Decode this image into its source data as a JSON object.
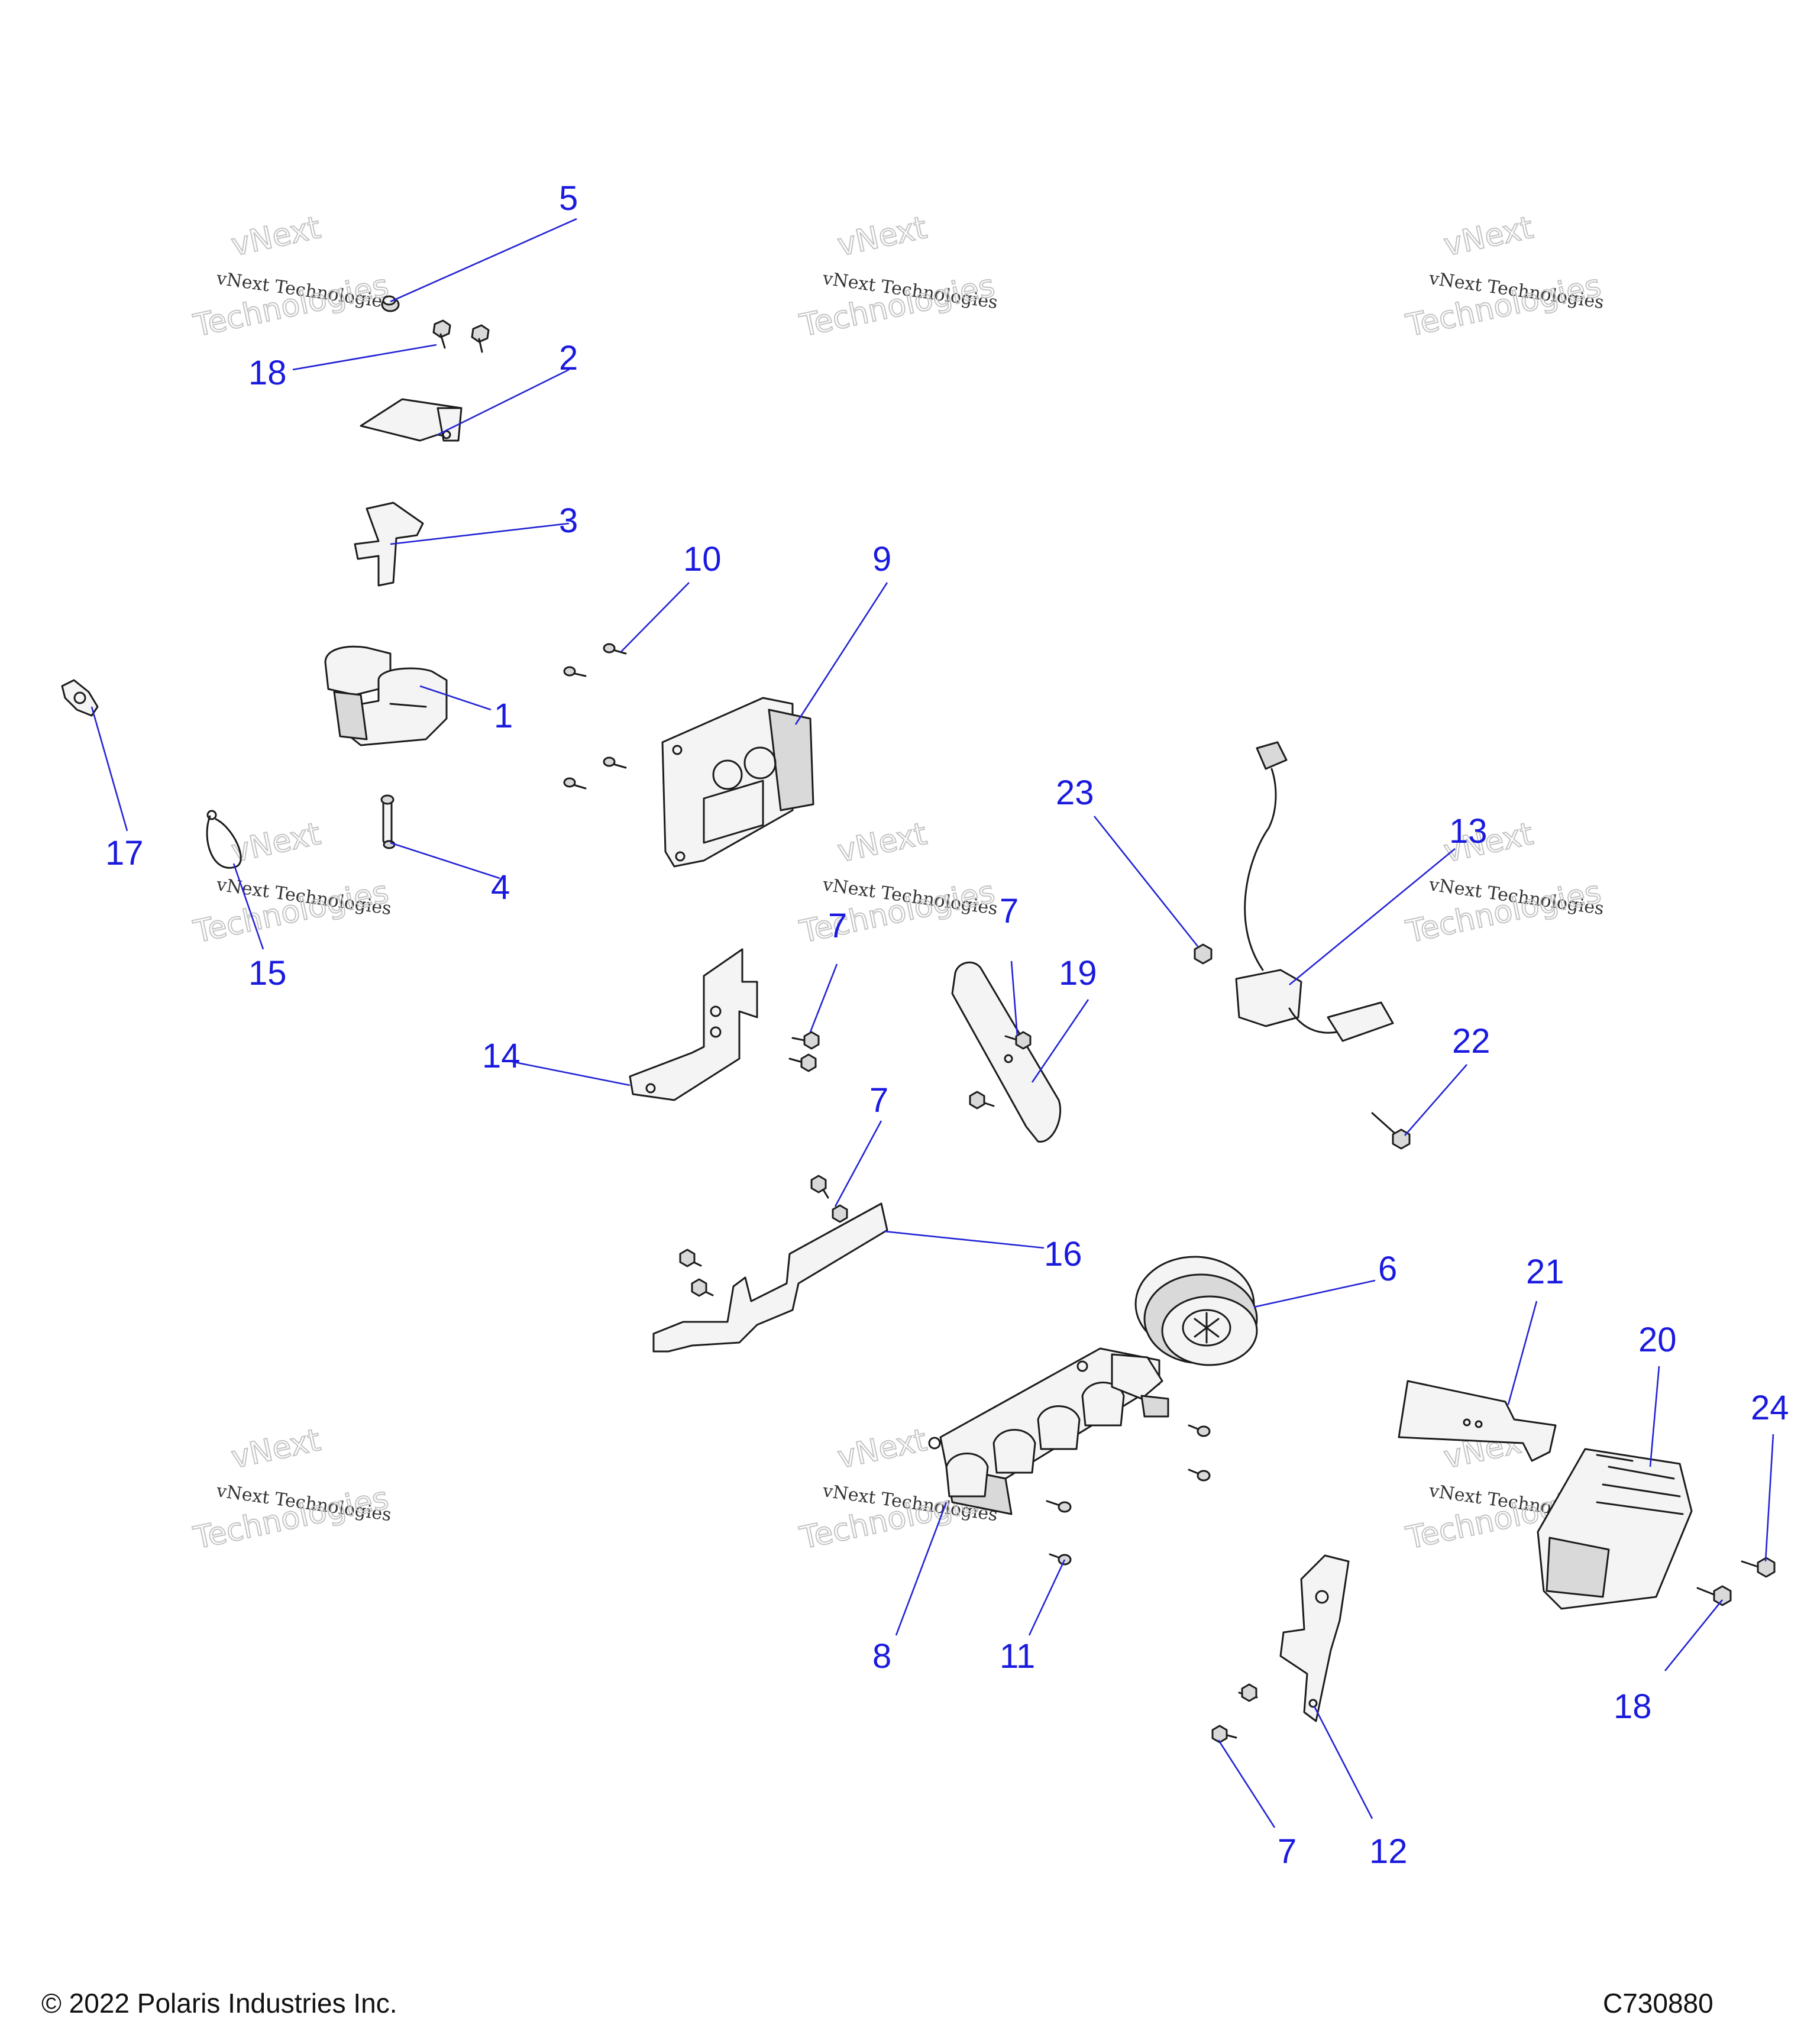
{
  "footer": {
    "copyright": "© 2022 Polaris Industries Inc.",
    "code": "C730880"
  },
  "watermark": {
    "line1": "vNext Technologies",
    "line2": "Technologies",
    "line3": "vNext"
  },
  "callouts": [
    "1",
    "2",
    "3",
    "4",
    "5",
    "6",
    "7",
    "8",
    "9",
    "10",
    "11",
    "12",
    "13",
    "14",
    "15",
    "16",
    "17",
    "18",
    "19",
    "20",
    "21",
    "22",
    "23",
    "24"
  ]
}
